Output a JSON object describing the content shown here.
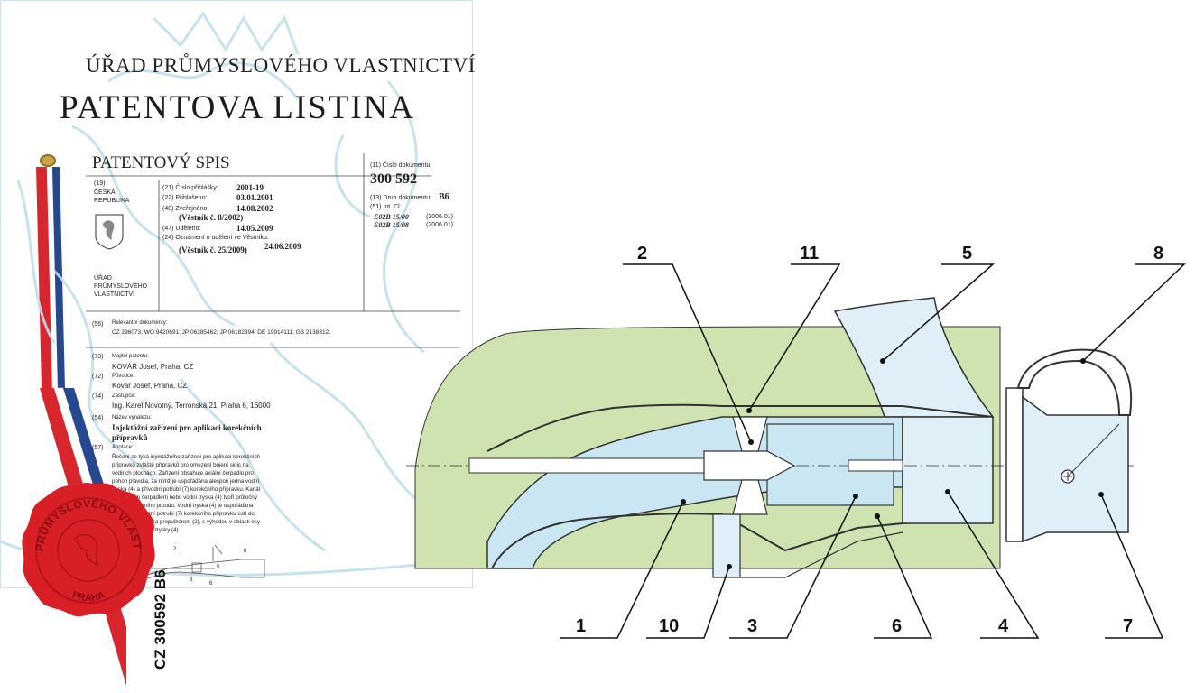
{
  "certificate": {
    "office_header": "ÚŘAD PRŮMYSLOVÉHO VLASTNICTVÍ",
    "main_title": "PATENTOVA LISTINA",
    "spis_title": "PATENTOVÝ SPIS",
    "country_code": "(19)",
    "country_line1": "ČESKÁ",
    "country_line2": "REPUBLIKA",
    "office_line1": "ÚŘAD",
    "office_line2": "PRŮMYSLOVÉHO",
    "office_line3": "VLASTNICTVÍ",
    "fields": {
      "f21_label": "(21) Číslo přihlášky:",
      "f21_value": "2001-19",
      "f22_label": "(22) Přihlášeno:",
      "f22_value": "03.01.2001",
      "f40_label": "(40) Zveřejněno:",
      "f40_value": "14.08.2002",
      "f40_bulletin": "(Věstník č. 8/2002)",
      "f47_label": "(47) Uděleno:",
      "f47_value": "14.05.2009",
      "f24_label": "(24) Oznámení o udělení ve Věstníku:",
      "f24_value": "24.06.2009",
      "f24_bulletin": "(Věstník č. 25/2009)"
    },
    "document": {
      "f11_label": "(11) Číslo dokumentu:",
      "number": "300 592",
      "f13_label": "(13) Druh dokumentu:",
      "kind": "B6",
      "f51_label": "(51) Int. Cl.",
      "class1": "E02B 15/00",
      "class1_date": "(2006.01)",
      "class2": "E02B 15/08",
      "class2_date": "(2006.01)"
    },
    "f56_label": "(56)",
    "f56_title": "Relevantní dokumenty:",
    "f56_text": "CZ 296073; WO 9420691; JP 06285462; JP 06182394; DE 19914111; GB 2138312.",
    "f73_label": "(73)",
    "f73_title": "Majitel patentu:",
    "f73_value": "KOVÁŘ Josef, Praha, CZ",
    "f72_label": "(72)",
    "f72_title": "Původce:",
    "f72_value": "Kovář Josef, Praha, CZ",
    "f74_label": "(74)",
    "f74_title": "Zástupce:",
    "f74_value": "Ing. Karel Novotný, Terronská 21, Praha 6, 16000",
    "f54_label": "(54)",
    "f54_title": "Název vynálezu:",
    "f54_value_line1": "Injektážní zařízení pro aplikaci korekčních",
    "f54_value_line2": "přípravků",
    "f57_label": "(57)",
    "f57_title": "Anotace:",
    "f57_lines": [
      "Řešení se týká injektážního zařízení pro aplikaci korekčních",
      "přípravků zvláště přípravků pro omezení bujení sinic na",
      "vodních plochách. Zařízení obsahuje axiální čerpadlo pro",
      "pohon plavidla, za nímž je uspořádána alespoň jedna vodní",
      "tryska (4) a přívodní potrubí (7) korekčního přípravku. Kanál",
      "za axiálním čerpadlem nebo vodní tryska (4) tvoří průtočný",
      "kanál (3) vodního proudu. Vodní tryska (4) je uspořádána",
      "otočně a přívodní potrubí (7) korekčního přípravku ústí do",
      "vodního proudu za propulzorem (2), s výhodou v oblasti osy",
      "(5) otáčení vodní trysky (4)."
    ],
    "thumb_labels": [
      "2",
      "1",
      "3",
      "6",
      "5",
      "8"
    ]
  },
  "seal": {
    "text": "ÚŘAD PRŮMYSLOVÉHO VLASTNICTVÍ",
    "city": "PRAHA"
  },
  "vertical_code": "CZ 300592 B6",
  "drawing": {
    "labels": [
      "2",
      "11",
      "5",
      "8",
      "1",
      "10",
      "3",
      "6",
      "4",
      "7"
    ]
  },
  "colors": {
    "water_blue": "#c9e6f2",
    "ground_green": "#cfe3b0",
    "seal_red": "#d91f26",
    "ribbon_blue": "#26488e",
    "ribbon_red": "#d7262d",
    "watermark": "#bfe0ec"
  }
}
